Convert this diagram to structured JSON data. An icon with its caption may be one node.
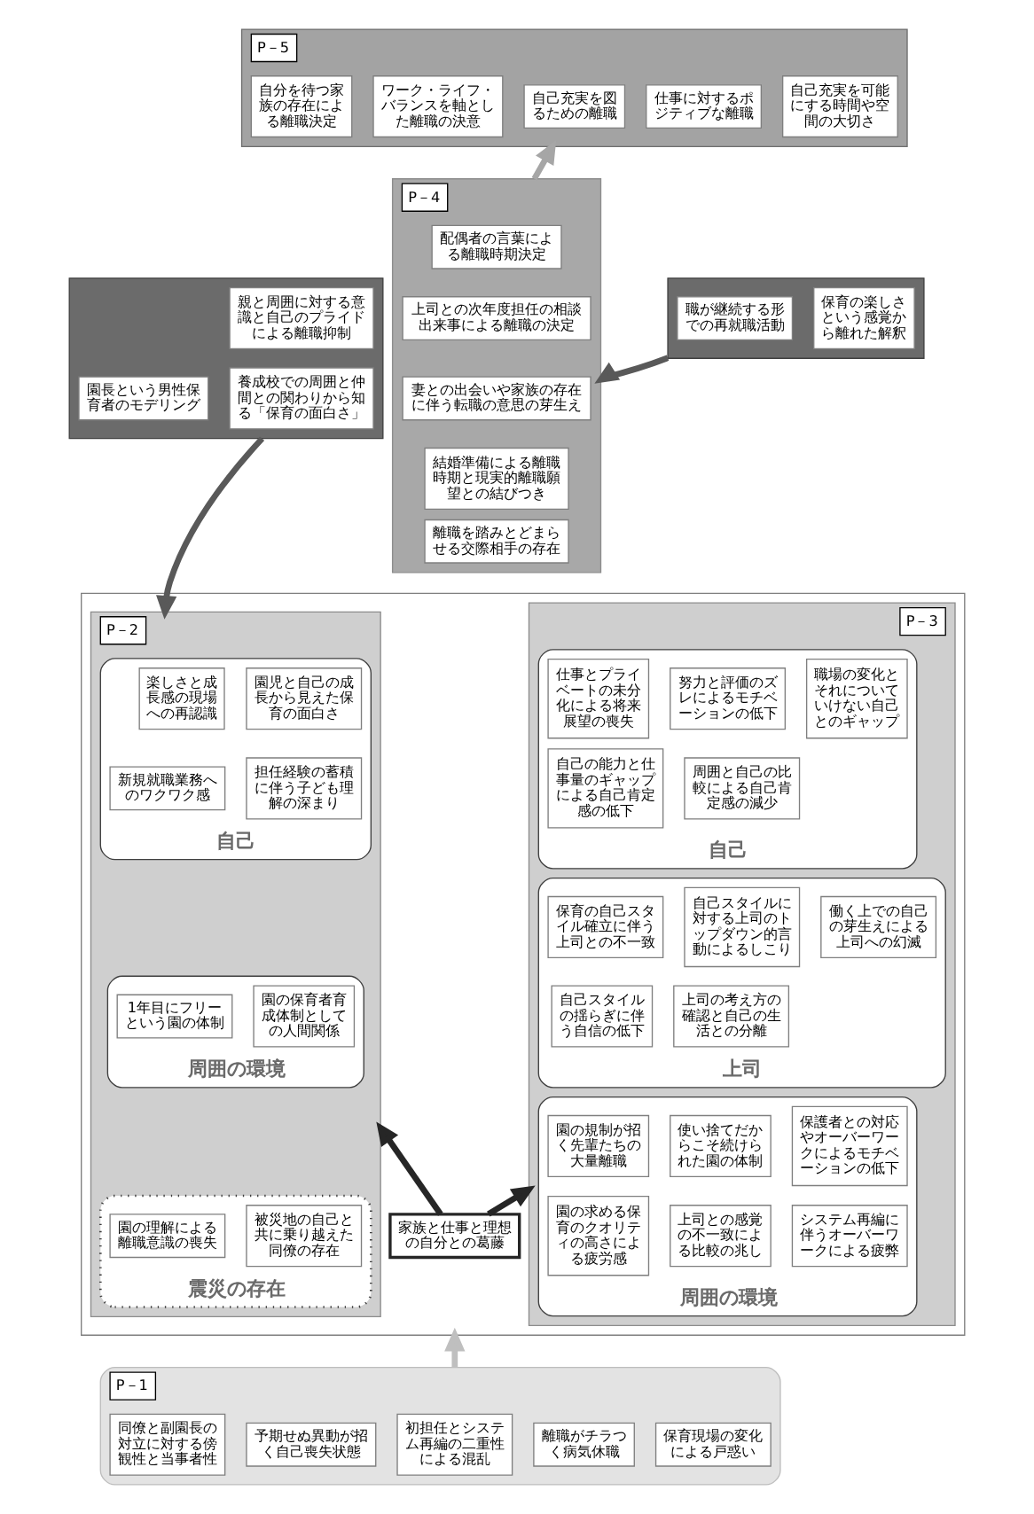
{
  "diagram": {
    "nodes": [
      {
        "text": [
          "P－5"
        ]
      },
      {
        "text": [
          "自分を待つ家族の存在による離職決定"
        ],
        "in": 0
      },
      {
        "text": [
          "ワーク・ライフ・バランスを軸とした離職の決意"
        ],
        "in": 0
      },
      {
        "text": [
          "自己充実を図るための離職"
        ],
        "in": 0
      },
      {
        "text": [
          "仕事に対するポジティブな離職"
        ],
        "in": 0
      },
      {
        "text": [
          "自己充実を可能にする時間や空間の大切さ"
        ],
        "in": 0
      },
      {
        "text": [],
        "shape": "box"
      },
      {
        "text": [
          "親と周囲に対する意識と自己のプライドによる離職抑制"
        ],
        "in": 6
      },
      {
        "text": [
          "園長という男性保育者のモデリング"
        ],
        "in": 6
      },
      {
        "text": [
          "養成校での周囲と仲間との関わりから知る「保育の面白さ」"
        ],
        "in": 6
      },
      {
        "text": [
          "P－4"
        ]
      },
      {
        "text": [
          "配偶者の言葉による離職時期決定"
        ],
        "in": 10
      },
      {
        "text": [
          "上司との次年度担任の相談出来事による離職の決定"
        ],
        "in": 10
      },
      {
        "text": [
          "妻との出会いや家族の存在に伴う転職の意思の芽生え"
        ],
        "in": 10
      },
      {
        "text": [
          "結婚準備による離職時期と現実的離職願望との結びつき"
        ],
        "in": 10
      },
      {
        "text": [
          "離職を踏みとどまらせる交際相手の存在"
        ],
        "in": 10
      },
      {
        "text": [],
        "shape": "box"
      },
      {
        "text": [
          "職が継続する形での再就職活動"
        ],
        "in": 16
      },
      {
        "text": [
          "保育の楽しさという感覚から離れた解釈"
        ],
        "in": 16
      },
      {
        "text": [],
        "shape": "box"
      },
      {
        "text": [
          "P－2"
        ],
        "in": 19
      },
      {
        "text": [
          "自己"
        ],
        "in": 20
      },
      {
        "text": [
          "楽しさと成長感の現場への再認識"
        ],
        "in": 21
      },
      {
        "text": [
          "園児と自己の成長から見えた保育の面白さ"
        ],
        "in": 21
      },
      {
        "text": [
          "新規就職業務へのワクワク感"
        ],
        "in": 21
      },
      {
        "text": [
          "担任経験の蓄積に伴う子ども理解の深まり"
        ],
        "in": 21
      },
      {
        "text": [
          "周囲の環境"
        ],
        "in": 20
      },
      {
        "text": [
          "1年目にフリーという園の体制"
        ],
        "in": 26
      },
      {
        "text": [
          "園の保育者育成体制としての人間関係"
        ],
        "in": 26
      },
      {
        "text": [
          "震災の存在"
        ],
        "in": 20
      },
      {
        "text": [
          "園の理解による離職意識の喪失"
        ],
        "in": 29
      },
      {
        "text": [
          "被災地の自己と共に乗り越えた同僚の存在"
        ],
        "in": 29
      },
      {
        "text": [
          "家族と仕事と理想の自分との葛藤"
        ],
        "in": 19
      },
      {
        "text": [
          "P－3"
        ],
        "in": 19
      },
      {
        "text": [
          "自己"
        ],
        "in": 33
      },
      {
        "text": [
          "仕事とプライベートの未分化による将来展望の喪失"
        ],
        "in": 34
      },
      {
        "text": [
          "努力と評価のズレによるモチベーションの低下"
        ],
        "in": 34
      },
      {
        "text": [
          "職場の変化とそれについていけない自己とのギャップ"
        ],
        "in": 34
      },
      {
        "text": [
          "自己の能力と仕事量のギャップによる自己肯定感の低下"
        ],
        "in": 34
      },
      {
        "text": [
          "周囲と自己の比較による自己肯定感の減少"
        ],
        "in": 34
      },
      {
        "text": [
          "上司"
        ],
        "in": 33
      },
      {
        "text": [
          "保育の自己スタイル確立に伴う上司との不一致"
        ],
        "in": 40
      },
      {
        "text": [
          "自己スタイルに対する上司のトップダウン的言動によるしこり"
        ],
        "in": 40
      },
      {
        "text": [
          "働く上での自己の芽生えによる上司への幻滅"
        ],
        "in": 40
      },
      {
        "text": [
          "自己スタイルの揺らぎに伴う自信の低下"
        ],
        "in": 40
      },
      {
        "text": [
          "上司の考え方の確認と自己の生活との分離"
        ],
        "in": 40
      },
      {
        "text": [
          "周囲の環境"
        ],
        "in": 33
      },
      {
        "text": [
          "園の規制が招く先輩たちの大量離職"
        ],
        "in": 46
      },
      {
        "text": [
          "使い捨てだからこそ続けられた園の体制"
        ],
        "in": 46
      },
      {
        "text": [
          "保護者との対応やオーバーワークによるモチベーションの低下"
        ],
        "in": 46
      },
      {
        "text": [
          "園の求める保育のクオリティの高さによる疲労感"
        ],
        "in": 46
      },
      {
        "text": [
          "上司との感覚の不一致による比較の兆し"
        ],
        "in": 46
      },
      {
        "text": [
          "システム再編に伴うオーバーワークによる疲弊"
        ],
        "in": 46
      },
      {
        "text": [
          "P－1"
        ]
      },
      {
        "text": [
          "同僚と副園長の対立に対する傍観性と当事者性"
        ],
        "in": 53
      },
      {
        "text": [
          "予期せぬ異動が招く自己喪失状態"
        ],
        "in": 53
      },
      {
        "text": [
          "初担任とシステム再編の二重性による混乱"
        ],
        "in": 53
      },
      {
        "text": [
          "離職がチラつく病気休職"
        ],
        "in": 53
      },
      {
        "text": [
          "保育現場の変化による戸惑い"
        ],
        "in": 53
      }
    ],
    "edges": [
      {
        "from": 6,
        "to": 20,
        "arrow": "to",
        "color": "#595959"
      },
      {
        "from": 16,
        "to": 10,
        "arrow": "to",
        "color": "#595959"
      },
      {
        "from": 10,
        "to": 0,
        "arrow": "to",
        "color": "#a6a6a6"
      },
      {
        "from": 32,
        "to": 20,
        "arrow": "to",
        "color": "#262626"
      },
      {
        "from": 32,
        "to": 33,
        "arrow": "to",
        "color": "#262626"
      },
      {
        "from": 53,
        "to": 19,
        "arrow": "to",
        "color": "#bfbfbf"
      }
    ]
  }
}
